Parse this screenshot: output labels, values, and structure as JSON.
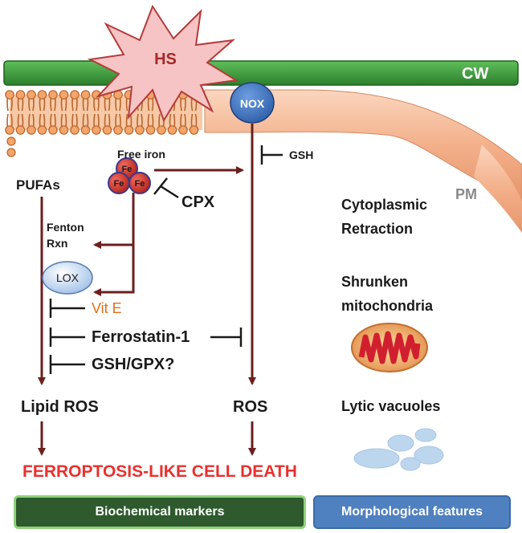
{
  "labels": {
    "hs": "HS",
    "cw": "CW",
    "nox": "NOX",
    "pm": "PM",
    "gsh_top": "GSH",
    "free_iron": "Free iron",
    "fe": "Fe",
    "pufas": "PUFAs",
    "cpx": "CPX",
    "fenton_line1": "Fenton",
    "fenton_line2": "Rxn",
    "lox": "LOX",
    "vit_e": "Vit E",
    "ferrostatin": "Ferrostatin-1",
    "gsh_gpx": "GSH/GPX?",
    "lipid_ros": "Lipid ROS",
    "ros": "ROS",
    "cell_death": "FERROPTOSIS-LIKE CELL DEATH",
    "cytoplasmic_line1": "Cytoplasmic",
    "cytoplasmic_line2": "Retraction",
    "shrunken_line1": "Shrunken",
    "shrunken_line2": "mitochondria",
    "lytic_vacuoles": "Lytic vacuoles"
  },
  "legend": {
    "biochemical": "Biochemical markers",
    "morphological": "Morphological features"
  },
  "colors": {
    "cell_wall": "#3a9a3a",
    "membrane": "#f2b48a",
    "hs_star": "#f6c4c4",
    "arrow": "#6b1f1f",
    "death_text": "#e8312f",
    "vit_e": "#e0701c",
    "nox": "#3c6fb8",
    "biochemical_box": "#2e5a2e",
    "morphological_box": "#4f80c0"
  }
}
